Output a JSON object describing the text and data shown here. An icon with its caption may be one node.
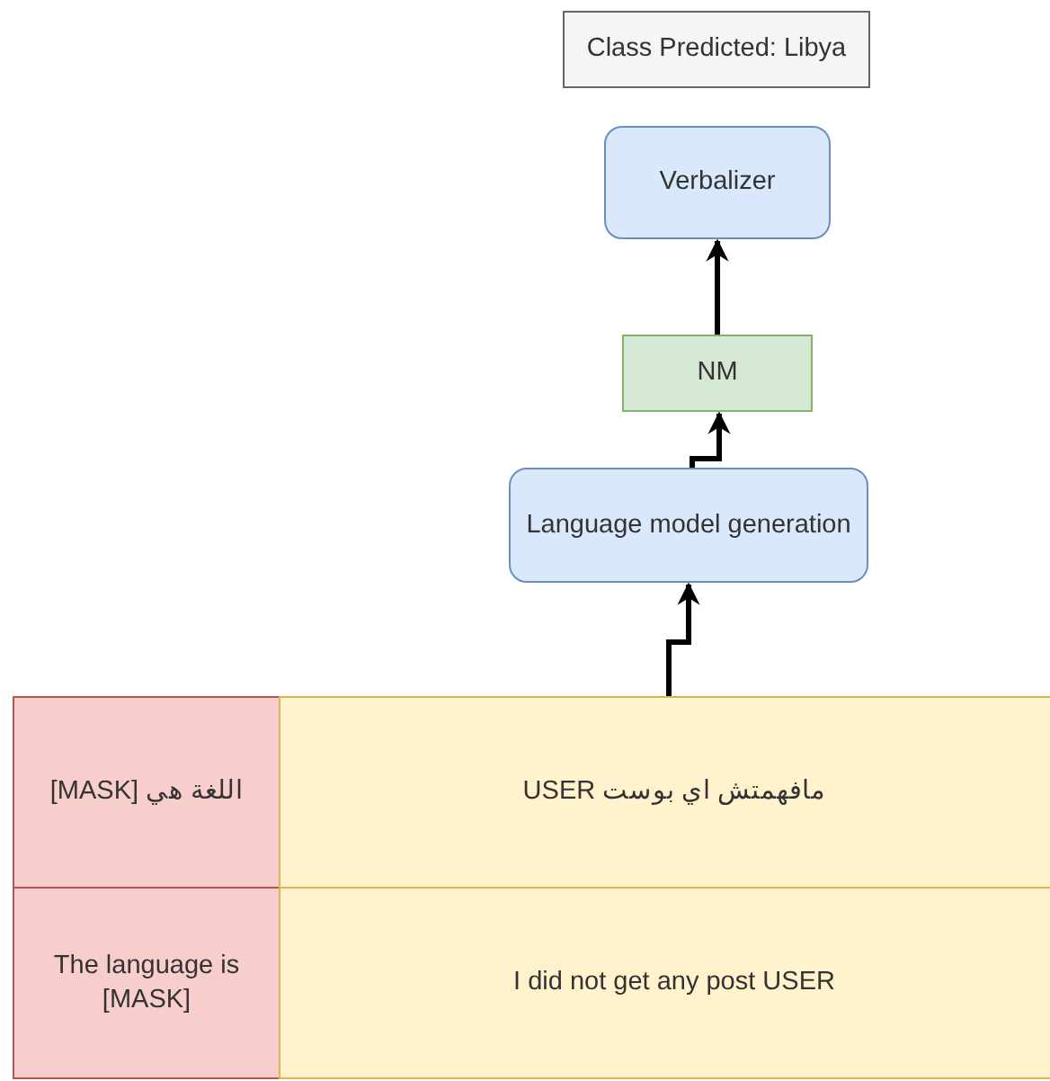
{
  "diagram": {
    "nodes": [
      {
        "text": [
          "Class Predicted: Libya"
        ]
      },
      {
        "text": [
          "Verbalizer"
        ]
      },
      {
        "text": [
          "NM"
        ]
      },
      {
        "text": [
          "Language model generation"
        ]
      },
      {
        "text": [
          "اللغة هي [MASK]"
        ]
      },
      {
        "text": [
          "مافهمتش اي بوست USER"
        ]
      },
      {
        "text": [
          "The language is [MASK]"
        ]
      },
      {
        "text": [
          "I did not get any post USER"
        ]
      }
    ],
    "edges": [
      {
        "from": 5,
        "to": 3,
        "arrow": "to"
      },
      {
        "from": 3,
        "to": 2,
        "arrow": "to"
      },
      {
        "from": 2,
        "to": 1,
        "arrow": "to"
      }
    ]
  }
}
